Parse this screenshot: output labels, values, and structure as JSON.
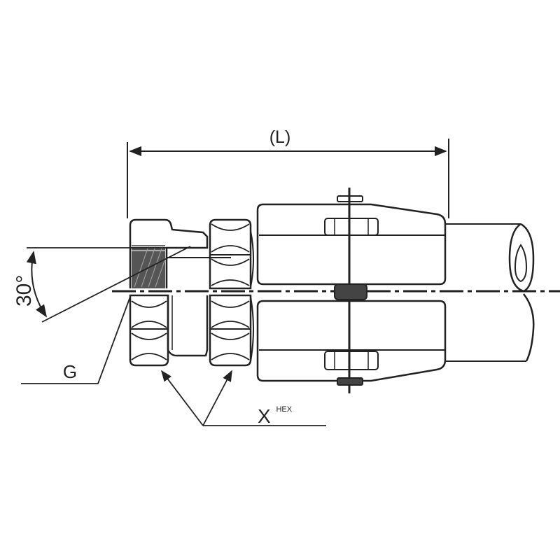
{
  "labels": {
    "length": "(L)",
    "angle": "30°",
    "thread": "G",
    "hex_main": "X",
    "hex_sup": "HEX"
  },
  "colors": {
    "line": "#222222",
    "background": "#ffffff",
    "thread_fill": "#555555"
  }
}
